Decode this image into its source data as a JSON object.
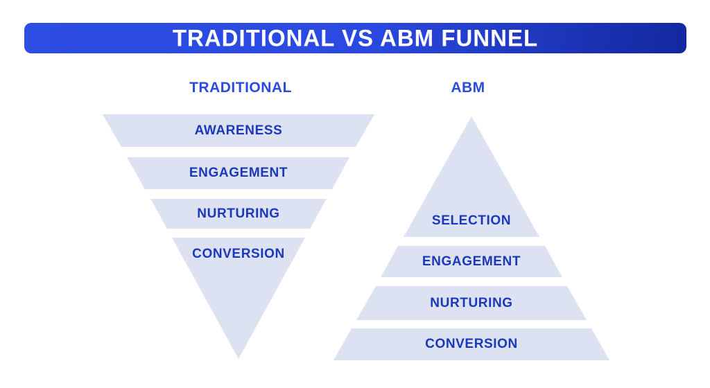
{
  "title": "TRADITIONAL VS ABM FUNNEL",
  "colors": {
    "banner_gradient_start": "#2e4de5",
    "banner_gradient_end": "#13289f",
    "banner_text": "#ffffff",
    "header_text": "#2b4ae4",
    "stage_fill": "#dce2f1",
    "stage_text": "#1b38bc",
    "background": "#ffffff"
  },
  "funnels": [
    {
      "name": "TRADITIONAL",
      "direction": "inverted",
      "stages": [
        "AWARENESS",
        "ENGAGEMENT",
        "NURTURING",
        "CONVERSION"
      ]
    },
    {
      "name": "ABM",
      "direction": "upright",
      "stages": [
        "SELECTION",
        "ENGAGEMENT",
        "NURTURING",
        "CONVERSION"
      ]
    }
  ]
}
